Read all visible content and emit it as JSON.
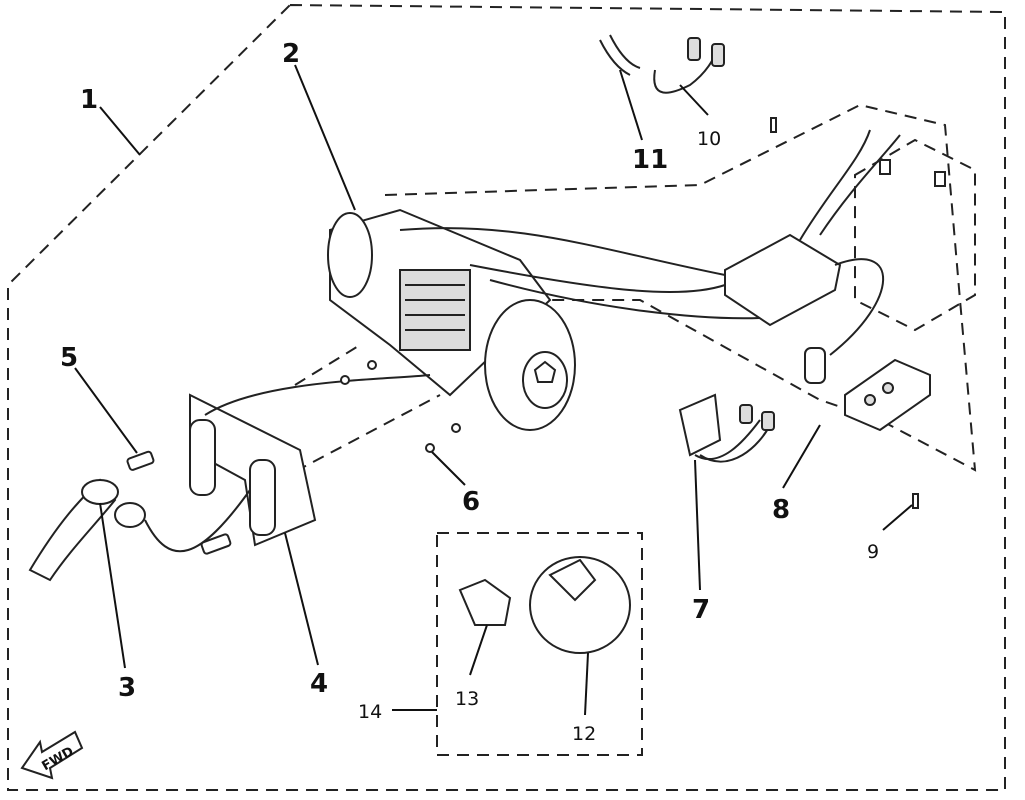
{
  "callouts": [
    {
      "id": "1",
      "label": "1"
    },
    {
      "id": "2",
      "label": "2"
    },
    {
      "id": "3",
      "label": "3"
    },
    {
      "id": "4",
      "label": "4"
    },
    {
      "id": "5",
      "label": "5"
    },
    {
      "id": "6",
      "label": "6"
    },
    {
      "id": "7",
      "label": "7"
    },
    {
      "id": "8",
      "label": "8"
    },
    {
      "id": "9",
      "label": "9"
    },
    {
      "id": "10",
      "label": "10"
    },
    {
      "id": "11",
      "label": "11"
    },
    {
      "id": "12",
      "label": "12"
    },
    {
      "id": "13",
      "label": "13"
    },
    {
      "id": "14",
      "label": "14"
    }
  ],
  "direction_arrow": {
    "label": "FWD"
  }
}
